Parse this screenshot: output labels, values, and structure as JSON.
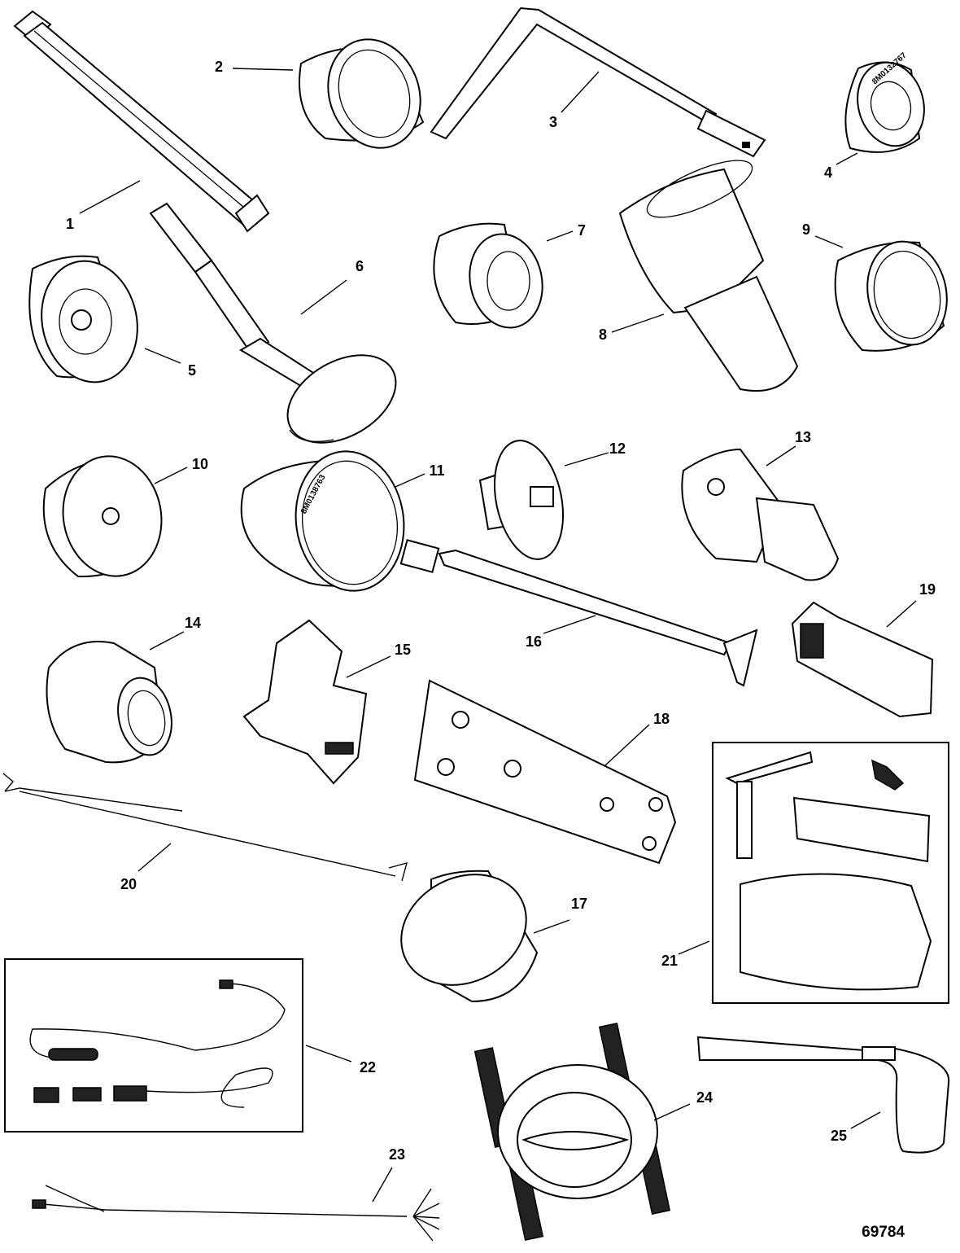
{
  "figure": {
    "number": "69784",
    "callouts": [
      "1",
      "2",
      "3",
      "4",
      "5",
      "6",
      "7",
      "8",
      "9",
      "10",
      "11",
      "12",
      "13",
      "14",
      "15",
      "16",
      "17",
      "18",
      "19",
      "20",
      "21",
      "22",
      "23",
      "24",
      "25"
    ]
  },
  "tool_markings": {
    "item4": "8M0132767",
    "item11": "8M0138763"
  }
}
